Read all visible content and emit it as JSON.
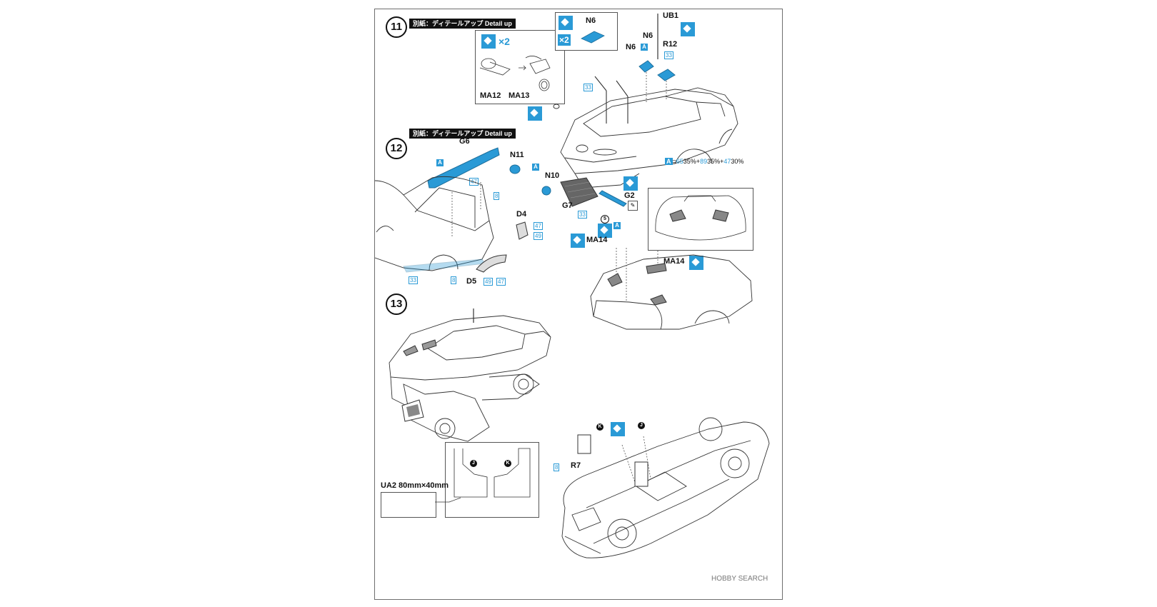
{
  "steps": {
    "s11": "11",
    "s12": "12",
    "s13": "13"
  },
  "detail_label": "別紙：ディテールアップ Detail up",
  "multipliers": {
    "x2a": "×2",
    "x2b": "×2"
  },
  "part_labels": {
    "ma12": "MA12",
    "ma13": "MA13",
    "n6_box": "N6",
    "n6_a": "N6",
    "n6_b": "N6",
    "ub1": "UB1",
    "r12": "R12",
    "n11": "N11",
    "n10": "N10",
    "g7": "G7",
    "g2": "G2",
    "g6": "G6",
    "d4": "D4",
    "d5": "D5",
    "ma14_a": "MA14",
    "ma14_b": "MA14",
    "r7": "R7",
    "ua2": "UA2  80mm×40mm"
  },
  "paint_codes": {
    "c33a": "33",
    "c33b": "33",
    "c33c": "33",
    "c33d": "33",
    "c47a": "47",
    "c47b": "47",
    "c47c": "47",
    "c8a": "8",
    "c8b": "8",
    "c8c": "8",
    "c49a": "49",
    "c49b": "49",
    "c5": "5"
  },
  "badges": {
    "a": "A",
    "j": "J",
    "k": "K"
  },
  "color_mix": {
    "A": "A",
    "eq": "=",
    "c1": "65",
    "p1": "35%",
    "plus1": "+",
    "c2": "89",
    "p2": "35%",
    "plus2": "+",
    "c3": "47",
    "p3": "30%"
  },
  "watermark": "HOBBY SEARCH",
  "colors": {
    "accent_blue": "#2a9ad6",
    "ink": "#111111",
    "border": "#6e6e6e"
  }
}
